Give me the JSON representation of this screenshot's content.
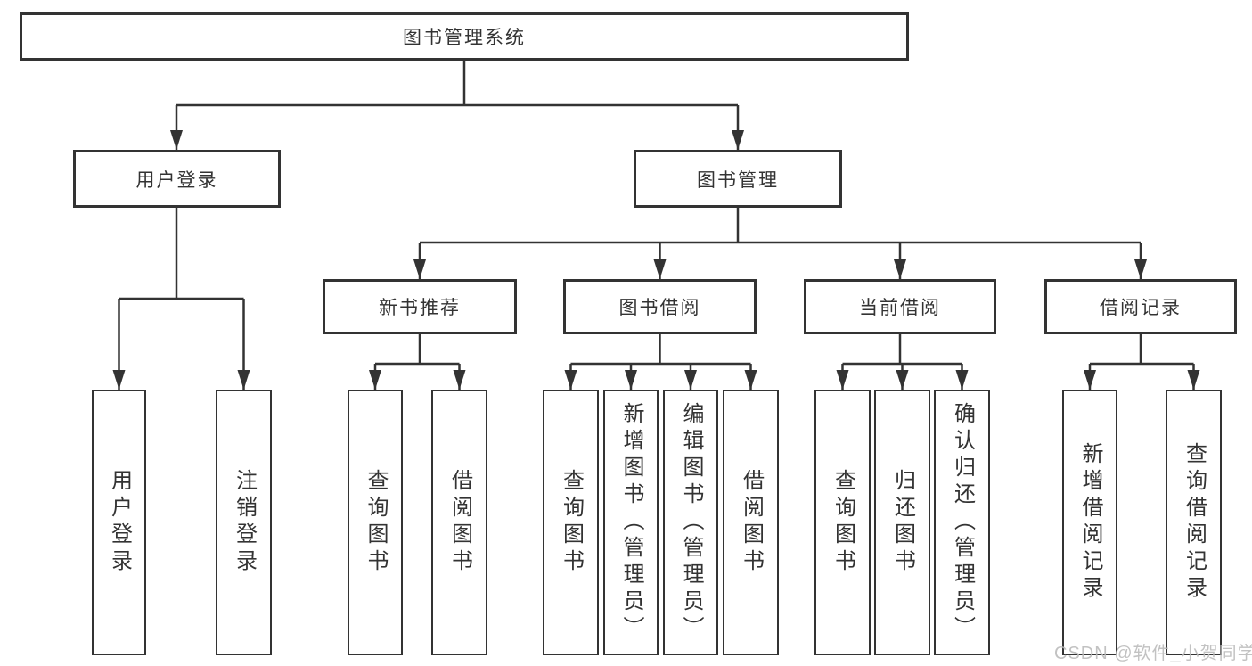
{
  "diagram": {
    "root": {
      "label": "图书管理系统",
      "children": [
        {
          "label": "用户登录",
          "children": [
            {
              "label": "用户登录"
            },
            {
              "label": "注销登录"
            }
          ]
        },
        {
          "label": "图书管理",
          "children": [
            {
              "label": "新书推荐",
              "children": [
                {
                  "label": "查询图书"
                },
                {
                  "label": "借阅图书"
                }
              ]
            },
            {
              "label": "图书借阅",
              "children": [
                {
                  "label": "查询图书"
                },
                {
                  "label": "新增图书（管理员）"
                },
                {
                  "label": "编辑图书（管理员）"
                },
                {
                  "label": "借阅图书"
                }
              ]
            },
            {
              "label": "当前借阅",
              "children": [
                {
                  "label": "查询图书"
                },
                {
                  "label": "归还图书"
                },
                {
                  "label": "确认归还（管理员）"
                }
              ]
            },
            {
              "label": "借阅记录",
              "children": [
                {
                  "label": "新增借阅记录"
                },
                {
                  "label": "查询借阅记录"
                }
              ]
            }
          ]
        }
      ]
    },
    "watermark": "CSDN @软件_小贺同学",
    "colors": {
      "line": "#333333",
      "box_background": "#ffffff",
      "text": "#333333",
      "watermark": "#bababa"
    }
  }
}
